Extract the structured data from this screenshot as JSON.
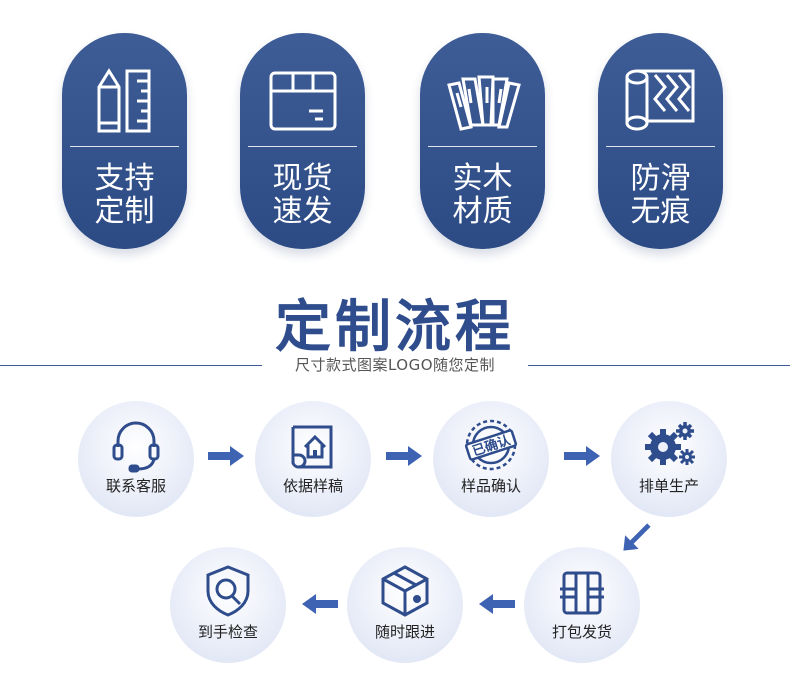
{
  "colors": {
    "primary": "#2f4d8d",
    "pill": "#3e5c96",
    "arrow": "#3f63b3"
  },
  "features": [
    {
      "line1": "支持",
      "line2": "定制",
      "icon": "pencil-ruler-icon"
    },
    {
      "line1": "现货",
      "line2": "速发",
      "icon": "box-icon"
    },
    {
      "line1": "实木",
      "line2": "材质",
      "icon": "wood-slats-icon"
    },
    {
      "line1": "防滑",
      "line2": "无痕",
      "icon": "mat-roll-icon"
    }
  ],
  "section": {
    "title": "定制流程",
    "subtitle": "尺寸款式图案LOGO随您定制"
  },
  "steps": [
    {
      "label": "联系客服",
      "icon": "headset-icon"
    },
    {
      "label": "依据样稿",
      "icon": "blueprint-house-icon"
    },
    {
      "label": "样品确认",
      "icon": "confirm-stamp-icon"
    },
    {
      "label": "排单生产",
      "icon": "gears-icon"
    },
    {
      "label": "打包发货",
      "icon": "package-icon"
    },
    {
      "label": "随时跟进",
      "icon": "tracking-box-icon"
    },
    {
      "label": "到手检查",
      "icon": "shield-search-icon"
    }
  ],
  "stamp_text": "已确认"
}
